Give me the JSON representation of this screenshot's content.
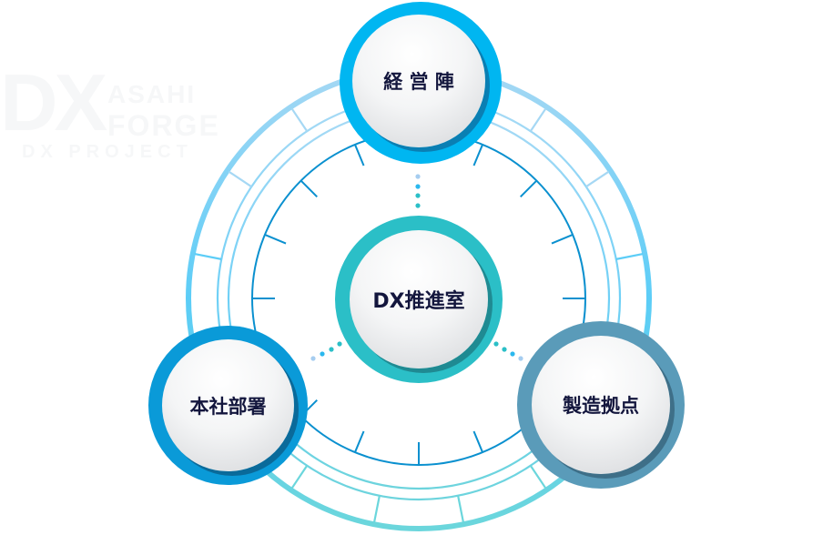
{
  "watermark": {
    "logo_letters": "DX",
    "line1": "ASAHI",
    "line2": "FORGE",
    "line3": "DX PROJECT"
  },
  "diagram": {
    "center_node": {
      "label": "DX推進室",
      "color": "#2bbfc7",
      "shadow": "#1f8a92"
    },
    "top_node": {
      "label": "経 営 陣",
      "color": "#00b6f1",
      "shadow": "#0a7fb3"
    },
    "left_node": {
      "label": "本社部署",
      "color": "#0a9ad8",
      "shadow": "#0a6a9a"
    },
    "right_node": {
      "label": "製造拠点",
      "color": "#5a9bb9",
      "shadow": "#3e6f88"
    },
    "ring_colors": {
      "outer_top": "#a6d8f4",
      "outer_side": "#5ccdf7",
      "outer_bottom": "#6bd6dc",
      "inner_dial": "#0a90cf"
    },
    "dot_colors": [
      "#a6cdf0",
      "#2bb8ee",
      "#2bbfc7",
      "#2bbfc7"
    ]
  }
}
